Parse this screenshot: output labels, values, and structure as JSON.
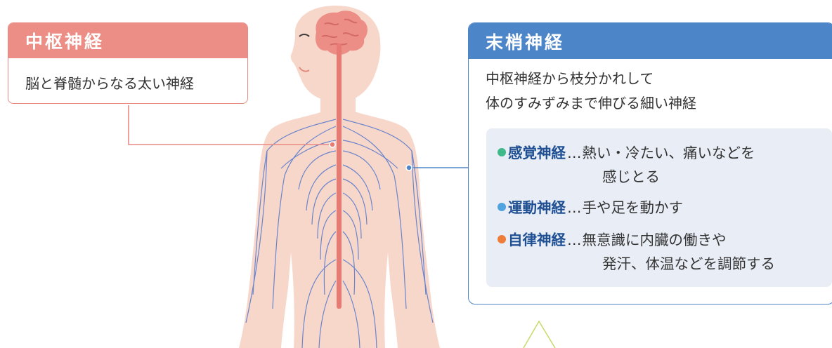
{
  "central": {
    "title": "中枢神経",
    "desc": "脳と脊髄からなる太い神経"
  },
  "peripheral": {
    "title": "末梢神経",
    "desc_line1": "中枢神経から枝分かれして",
    "desc_line2": "体のすみずみまで伸びる細い神経",
    "items": [
      {
        "term": "感覚神経",
        "sep": "…",
        "line1": "熱い・冷たい、痛いなどを",
        "line2": "感じとる",
        "color": "#3fb98a"
      },
      {
        "term": "運動神経",
        "sep": "…",
        "line1": "手や足を動かす",
        "line2": "",
        "color": "#4fa3de"
      },
      {
        "term": "自律神経",
        "sep": "…",
        "line1": "無意識に内臓の働きや",
        "line2": "発汗、体温などを調節する",
        "color": "#ee7d3a"
      }
    ]
  },
  "colors": {
    "central_accent": "#ec8e86",
    "peripheral_accent": "#4d86c8",
    "skin": "#f8d7cb",
    "nerve": "#5b7ccc",
    "spine": "#e87a74"
  }
}
